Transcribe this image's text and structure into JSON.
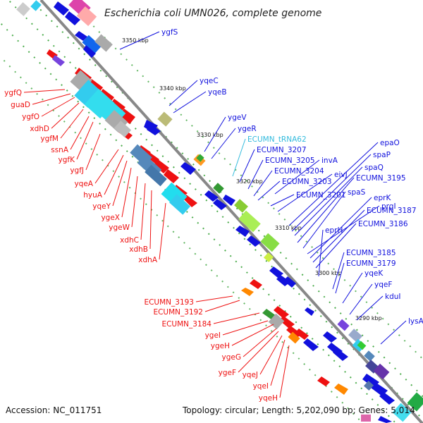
{
  "title": "Escherichia coli UMN026, complete genome",
  "footer": {
    "accession": "Accession: NC_011751",
    "topology": "Topology: circular; Length: 5,202,090 bp; Genes: 5,014"
  },
  "colors": {
    "forward": "#ee1111",
    "reverse": "#1111dd",
    "rna": "#33bbdd",
    "backbone": "#888888",
    "tick": "#119911"
  },
  "kbp_labels": [
    "3350 kbp",
    "3340 kbp",
    "3330 kbp",
    "3320 kbp",
    "3310 kbp",
    "3300 kbp",
    "3290 kbp"
  ],
  "left_labels": [
    "ygfQ",
    "guaD",
    "ygfO",
    "xdhD",
    "ygfM",
    "ssnA",
    "ygfK",
    "ygfJ",
    "yqeA",
    "hyuA",
    "yqeY",
    "ygeX",
    "ygeW",
    "xdhC",
    "xdhB",
    "xdhA",
    "ECUMN_3193",
    "ECUMN_3192",
    "ECUMN_3184",
    "ygeI",
    "ygeH",
    "ygeG",
    "ygeF",
    "yqeJ",
    "yqeI",
    "yqeH"
  ],
  "right_labels": [
    "ygfS",
    "yqeC",
    "yqeB",
    "ygeV",
    "ygeR",
    "ECUMN_tRNA62",
    "ECUMN_3207",
    "ECUMN_3205",
    "invA",
    "ECUMN_3204",
    "ECUMN_3203",
    "eivJ",
    "ECUMN_3201",
    "epaO",
    "spaP",
    "spaQ",
    "ECUMN_3195",
    "spaS",
    "prgI",
    "eprK",
    "ECUMN_3187",
    "ECUMN_3186",
    "eprH",
    "ECUMN_3185",
    "ECUMN_3179",
    "yqeK",
    "yqeF",
    "kduI",
    "lysA"
  ]
}
